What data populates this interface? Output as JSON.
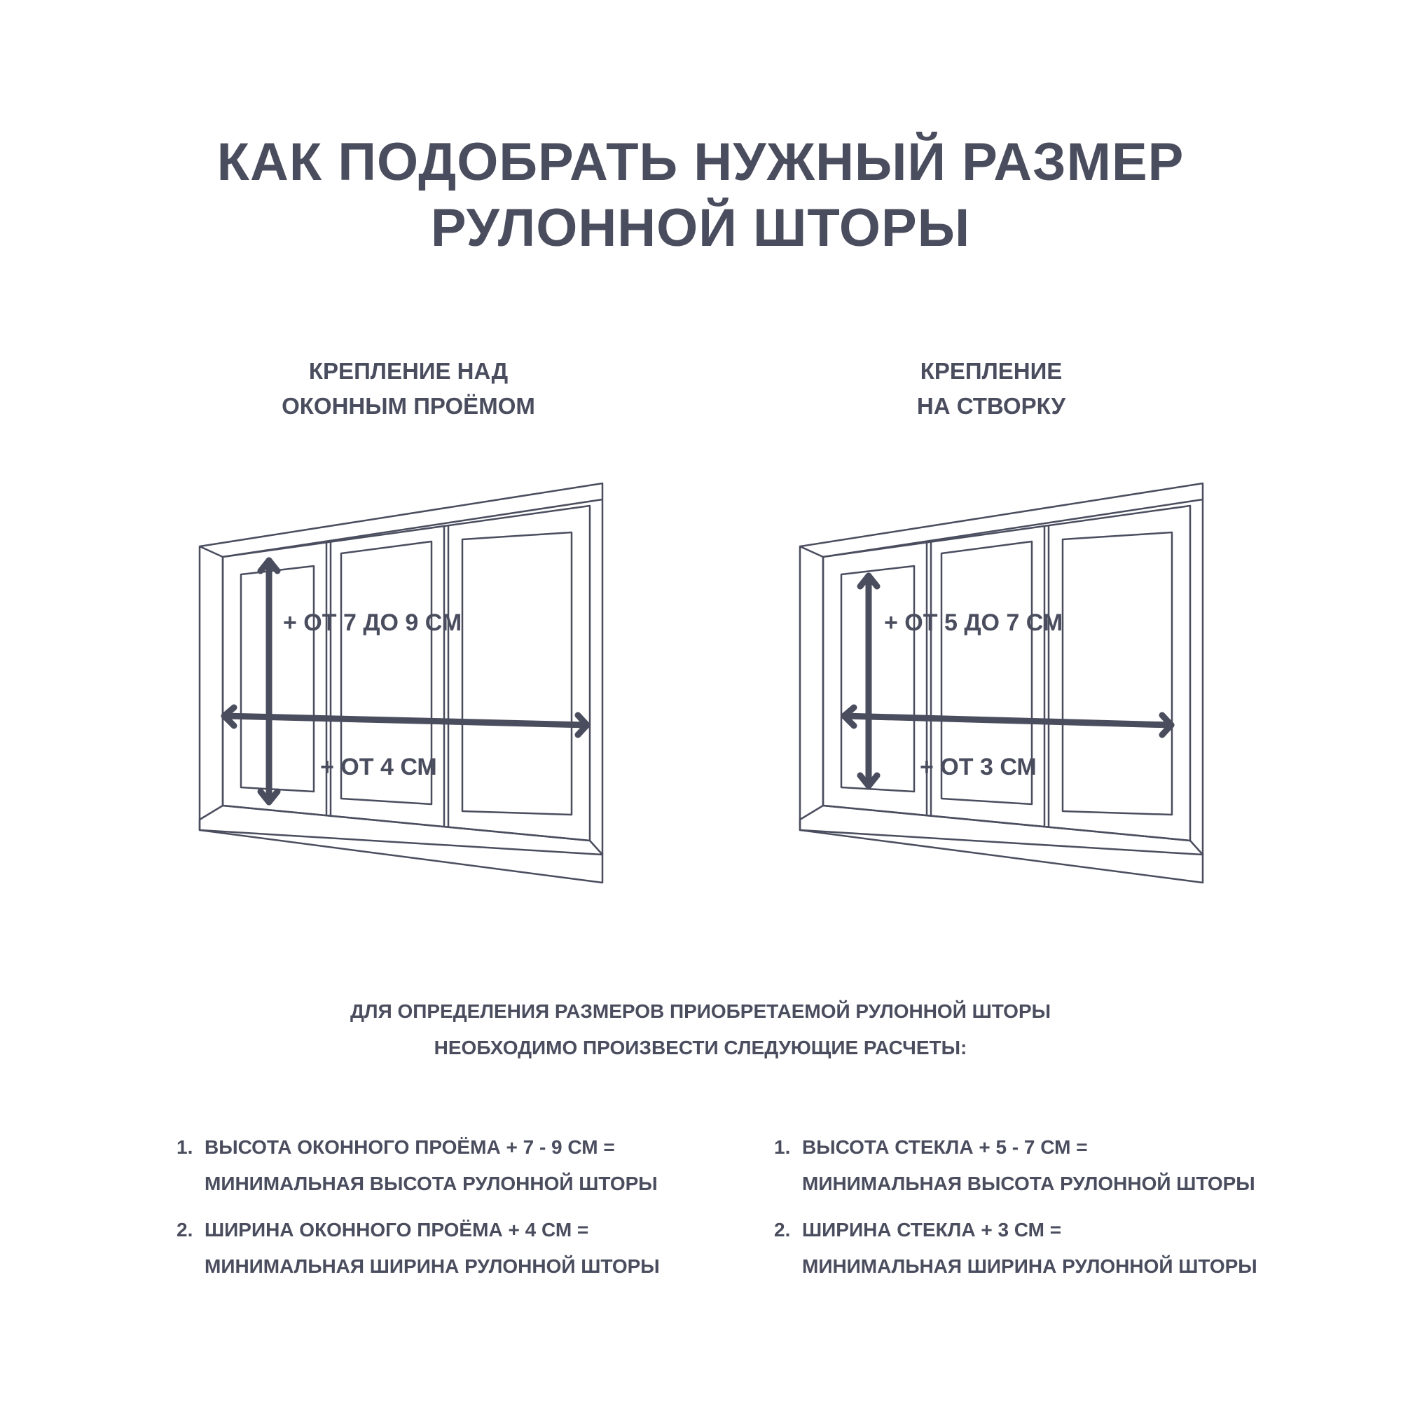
{
  "title": {
    "line1": "КАК ПОДОБРАТЬ НУЖНЫЙ РАЗМЕР",
    "line2": "РУЛОННОЙ ШТОРЫ"
  },
  "colors": {
    "text": "#4a4d5e",
    "lines": "#4a4d5e",
    "background": "#ffffff"
  },
  "left": {
    "heading_line1": "КРЕПЛЕНИЕ НАД",
    "heading_line2": "ОКОННЫМ ПРОЁМОМ",
    "height_label": "+ ОТ 7 ДО 9 СМ",
    "width_label": "+ ОТ 4 СМ"
  },
  "right": {
    "heading_line1": "КРЕПЛЕНИЕ",
    "heading_line2": "НА СТВОРКУ",
    "height_label": "+ ОТ 5 ДО 7 СМ",
    "width_label": "+ ОТ 3 СМ"
  },
  "note": {
    "line1": "ДЛЯ ОПРЕДЕЛЕНИЯ РАЗМЕРОВ ПРИОБРЕТАЕМОЙ РУЛОННОЙ ШТОРЫ",
    "line2": "НЕОБХОДИМО ПРОИЗВЕСТИ СЛЕДУЮЩИЕ РАСЧЕТЫ:"
  },
  "steps_left": [
    {
      "num": "1.",
      "line1": "ВЫСОТА ОКОННОГО ПРОЁМА + 7 - 9 СМ =",
      "line2": "МИНИМАЛЬНАЯ ВЫСОТА РУЛОННОЙ ШТОРЫ"
    },
    {
      "num": "2.",
      "line1": "ШИРИНА ОКОННОГО ПРОЁМА + 4 СМ =",
      "line2": "МИНИМАЛЬНАЯ ШИРИНА РУЛОННОЙ ШТОРЫ"
    }
  ],
  "steps_right": [
    {
      "num": "1.",
      "line1": "ВЫСОТА СТЕКЛА + 5 - 7 СМ =",
      "line2": "МИНИМАЛЬНАЯ ВЫСОТА РУЛОННОЙ ШТОРЫ"
    },
    {
      "num": "2.",
      "line1": "ШИРИНА СТЕКЛА + 3 СМ =",
      "line2": "МИНИМАЛЬНАЯ ШИРИНА РУЛОННОЙ ШТОРЫ"
    }
  ]
}
